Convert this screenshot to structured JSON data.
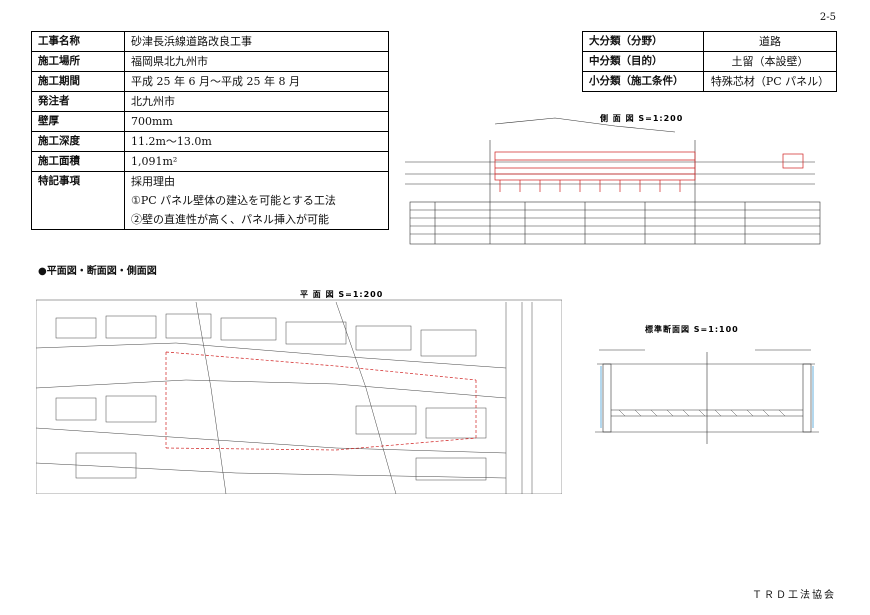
{
  "page_number": "2-5",
  "project": {
    "rows": [
      {
        "label": "工事名称",
        "value": "砂津長浜線道路改良工事"
      },
      {
        "label": "施工場所",
        "value": "福岡県北九州市"
      },
      {
        "label": "施工期間",
        "value": "平成 25 年 6 月～平成 25 年 8 月"
      },
      {
        "label": "発注者",
        "value": "北九州市"
      },
      {
        "label": "壁厚",
        "value": "700mm"
      },
      {
        "label": "施工深度",
        "value": "11.2m～13.0m"
      },
      {
        "label": "施工面積",
        "value": "1,091m²"
      }
    ],
    "remarks": {
      "label": "特記事項",
      "lines": [
        "採用理由",
        "①PC パネル壁体の建込を可能とする工法",
        "②壁の直進性が高く、パネル挿入が可能"
      ]
    }
  },
  "classification": {
    "rows": [
      {
        "label": "大分類（分野）",
        "value": "道路"
      },
      {
        "label": "中分類（目的）",
        "value": "土留（本設壁）"
      },
      {
        "label": "小分類（施工条件）",
        "value": "特殊芯材（PC パネル）"
      }
    ]
  },
  "drawings": {
    "section_label": "●平面図・断面図・側面図",
    "side_view_title": "側 面 図  S=1:200",
    "plan_view_title": "平 面 図  S=1:200",
    "cross_section_title": "標準断面図  S=1:100"
  },
  "footer": "ＴＲＤ工法協会",
  "colors": {
    "line": "#333333",
    "red_markup": "#d12020"
  }
}
